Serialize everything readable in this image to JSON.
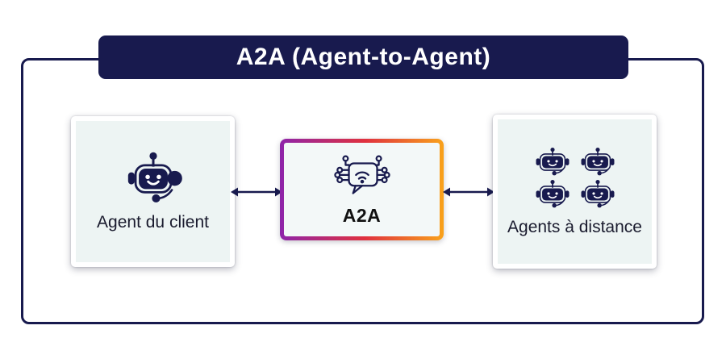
{
  "header": {
    "title": "A2A (Agent-to-Agent)"
  },
  "boxes": {
    "client": {
      "label": "Agent du client",
      "icon": "chatbot-icon"
    },
    "a2a": {
      "label": "A2A",
      "icon": "wifi-chat-circuit-icon"
    },
    "remote": {
      "label": "Agents à distance",
      "icon": "robot-icon",
      "robot_count": 4
    }
  },
  "connections": [
    {
      "from": "client",
      "to": "a2a",
      "style": "bidirectional-arrow"
    },
    {
      "from": "a2a",
      "to": "remote",
      "style": "bidirectional-arrow"
    }
  ],
  "colors": {
    "navy": "#181A4E",
    "box_fill": "#EDF4F3",
    "a2a_fill": "#F3F8F8",
    "frame_white": "#FFFFFF",
    "title_text": "#FFFFFF",
    "label_text": "#1A1B2E",
    "gradient_start": "#8E24AA",
    "gradient_mid": "#E0313F",
    "gradient_end": "#F9A21B"
  }
}
